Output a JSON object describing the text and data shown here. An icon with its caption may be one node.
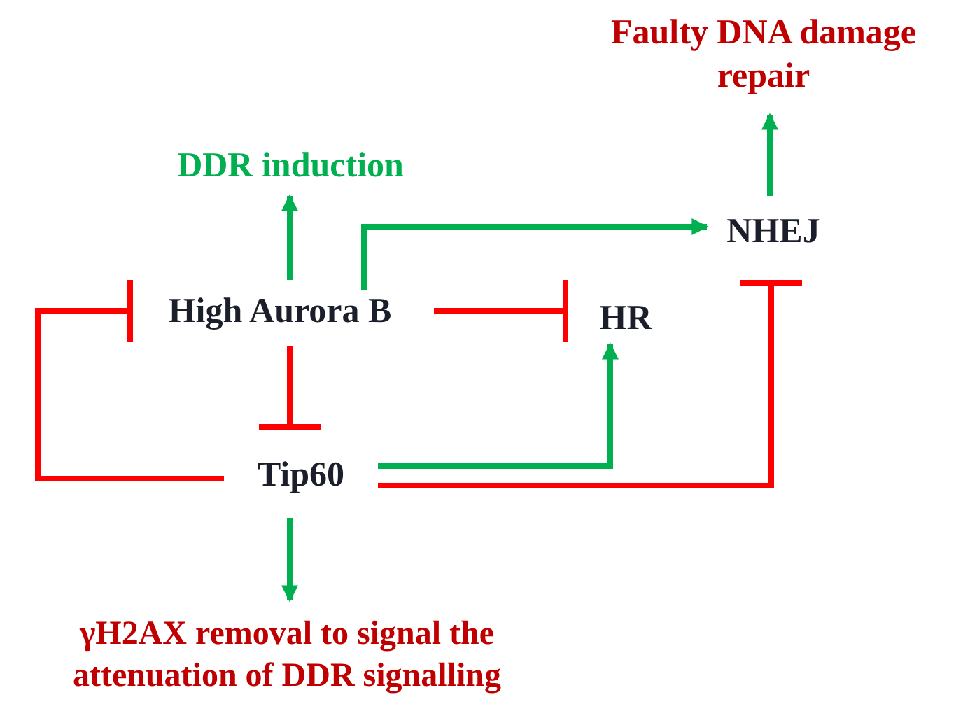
{
  "diagram": {
    "nodes": [
      {
        "text": [
          "Faulty DNA damage repair"
        ]
      },
      {
        "text": [
          "DDR induction"
        ]
      },
      {
        "text": [
          "NHEJ"
        ]
      },
      {
        "text": [
          "High Aurora B"
        ]
      },
      {
        "text": [
          "HR"
        ]
      },
      {
        "text": [
          "Tip60"
        ]
      },
      {
        "text": [
          "γH2AX removal to signal the attenuation of DDR signalling"
        ]
      }
    ],
    "edges": [
      {
        "from": 2,
        "to": 0,
        "arrow": "to"
      },
      {
        "from": 3,
        "to": 1,
        "arrow": "to"
      },
      {
        "from": 3,
        "to": 2,
        "arrow": "to"
      },
      {
        "from": 5,
        "to": 3,
        "arrow": "other",
        "color": "#ff0000"
      },
      {
        "from": 3,
        "to": 4,
        "arrow": "other",
        "color": "#ff0000"
      },
      {
        "from": 3,
        "to": 5,
        "arrow": "other",
        "color": "#ff0000"
      },
      {
        "from": 5,
        "to": 4,
        "arrow": "to"
      },
      {
        "from": 5,
        "to": 2,
        "arrow": "other",
        "color": "#ff0000"
      },
      {
        "from": 5,
        "to": 6,
        "arrow": "to"
      }
    ]
  }
}
